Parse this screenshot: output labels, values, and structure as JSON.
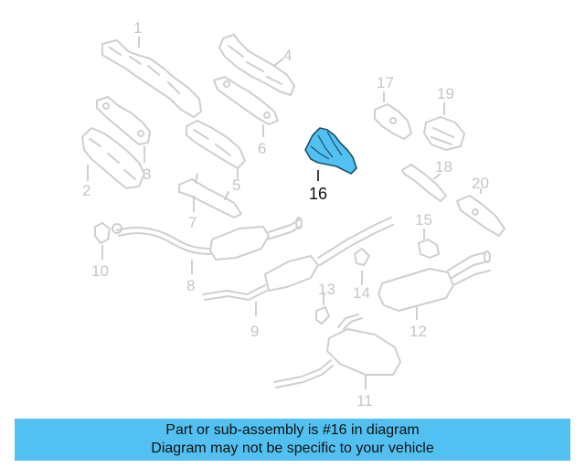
{
  "diagram": {
    "highlight_color": "#52c1f1",
    "highlighted_part": "16",
    "callouts": {
      "c1": "1",
      "c2": "2",
      "c3": "3",
      "c4": "4",
      "c5": "5",
      "c6": "6",
      "c7": "7",
      "c8": "8",
      "c9": "9",
      "c10": "10",
      "c11": "11",
      "c12": "12",
      "c13": "13",
      "c14": "14",
      "c15": "15",
      "c16": "16",
      "c17": "17",
      "c18": "18",
      "c19": "19",
      "c20": "20"
    }
  },
  "banner": {
    "line1": "Part or sub-assembly is #16 in diagram",
    "line2": "Diagram may not be specific to your vehicle",
    "background": "#52c1f1"
  }
}
